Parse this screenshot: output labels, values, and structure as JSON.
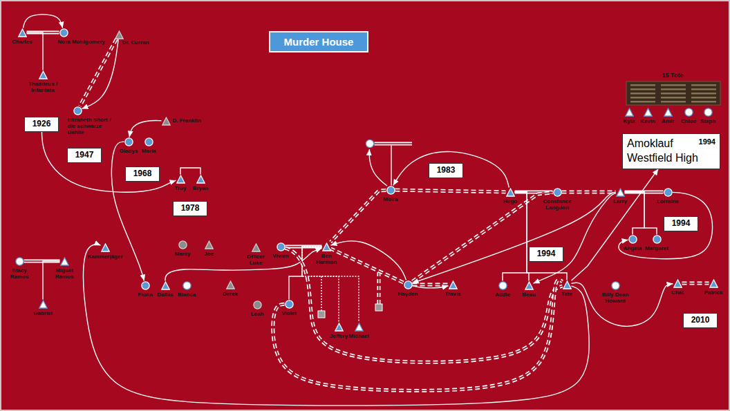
{
  "diagram": {
    "title": "Murder House",
    "nodes": [
      {
        "text": [
          "Charles"
        ]
      },
      {
        "text": [
          "Nora Montgomery"
        ]
      },
      {
        "text": [
          "Dr. Curran"
        ]
      },
      {
        "text": [
          "Thaddeus / Infantata"
        ]
      },
      {
        "text": [
          "Elizabeth Short / die schwarze Dahlie"
        ]
      },
      {
        "text": [
          "Kyle"
        ]
      },
      {
        "text": [
          "Kevin"
        ]
      },
      {
        "text": [
          "Amir"
        ]
      },
      {
        "text": [
          "Chloe"
        ]
      },
      {
        "text": [
          "Steph"
        ]
      },
      {
        "text": [
          "1926"
        ]
      },
      {
        "text": [
          "D. Franklin"
        ]
      },
      {
        "text": [
          "Amoklauf Westfield High",
          "1994"
        ]
      },
      {
        "text": [
          "Gladys"
        ]
      },
      {
        "text": [
          "Maria"
        ]
      },
      {
        "text": [
          "1947"
        ]
      },
      {
        "text": [
          "1983"
        ]
      },
      {
        "text": [
          "1968"
        ]
      },
      {
        "text": [
          "Troy"
        ]
      },
      {
        "text": [
          "Bryan"
        ]
      },
      {
        "text": [
          "Moira"
        ]
      },
      {
        "text": [
          "Hugo"
        ]
      },
      {
        "text": [
          "Constance Langdon"
        ]
      },
      {
        "text": [
          "Larry"
        ]
      },
      {
        "text": [
          "Lorraine"
        ]
      },
      {
        "text": [
          "1978"
        ]
      },
      {
        "text": [
          "1994"
        ]
      },
      {
        "text": [
          "Angela"
        ]
      },
      {
        "text": [
          "Margaret"
        ]
      },
      {
        "text": [
          "Marcy"
        ]
      },
      {
        "text": [
          "Joe"
        ]
      },
      {
        "text": [
          "Kammerjäger"
        ]
      },
      {
        "text": [
          "Officer Luke"
        ]
      },
      {
        "text": [
          "Vivien"
        ]
      },
      {
        "text": [
          "Ben Harmon"
        ]
      },
      {
        "text": [
          "1994"
        ]
      },
      {
        "text": [
          "Stacy Ramos"
        ]
      },
      {
        "text": [
          "Miguel Ramos"
        ]
      },
      {
        "text": [
          "Chat"
        ]
      },
      {
        "text": [
          "Patrick"
        ]
      },
      {
        "text": [
          "Hayden"
        ]
      },
      {
        "text": [
          "Travis"
        ]
      },
      {
        "text": [
          "Derek"
        ]
      },
      {
        "text": [
          "Fiona"
        ]
      },
      {
        "text": [
          "Dallas"
        ]
      },
      {
        "text": [
          "Bianca"
        ]
      },
      {
        "text": [
          "Addie"
        ]
      },
      {
        "text": [
          "Beau"
        ]
      },
      {
        "text": [
          "Tate"
        ]
      },
      {
        "text": [
          "Billy Dean Howard"
        ]
      },
      {
        "text": [
          "Gabriel"
        ]
      },
      {
        "text": [
          "Leah"
        ]
      },
      {
        "text": [
          "Violet"
        ]
      },
      {
        "text": [
          "2010"
        ]
      },
      {
        "text": [
          "Jeffery"
        ]
      },
      {
        "text": [
          "Michael"
        ]
      }
    ],
    "edges": [
      {
        "from": 0,
        "to": 1,
        "arrow": "none"
      },
      {
        "from": 0,
        "to": 1,
        "arrow": "to"
      },
      {
        "from": 0,
        "to": 3,
        "arrow": "none"
      },
      {
        "from": 2,
        "to": 4,
        "arrow": "none"
      },
      {
        "from": 2,
        "to": 4,
        "arrow": "to"
      },
      {
        "from": 10,
        "to": 18,
        "arrow": "to"
      },
      {
        "from": 11,
        "to": 13,
        "arrow": "to"
      },
      {
        "from": 13,
        "to": 43,
        "arrow": "to"
      },
      {
        "from": 18,
        "to": 19,
        "arrow": "none"
      },
      {
        "from": 21,
        "to": 20,
        "arrow": "to"
      },
      {
        "from": 20,
        "to": 21,
        "arrow": "none"
      },
      {
        "from": 21,
        "to": 22,
        "arrow": "none"
      },
      {
        "from": 22,
        "to": 23,
        "arrow": "none"
      },
      {
        "from": 23,
        "to": 24,
        "arrow": "none"
      },
      {
        "from": 23,
        "to": 27,
        "arrow": "none"
      },
      {
        "from": 23,
        "to": 28,
        "arrow": "none"
      },
      {
        "from": 24,
        "to": 27,
        "arrow": "to"
      },
      {
        "from": 20,
        "to": 34,
        "arrow": "none"
      },
      {
        "from": 33,
        "to": 34,
        "arrow": "none"
      },
      {
        "from": 36,
        "to": 37,
        "arrow": "none"
      },
      {
        "from": 37,
        "to": 50,
        "arrow": "none"
      },
      {
        "from": 38,
        "to": 39,
        "arrow": "none"
      },
      {
        "from": 40,
        "to": 34,
        "arrow": "none"
      },
      {
        "from": 40,
        "to": 34,
        "arrow": "to"
      },
      {
        "from": 40,
        "to": 41,
        "arrow": "none"
      },
      {
        "from": 40,
        "to": 41,
        "arrow": "to"
      },
      {
        "from": 40,
        "to": 22,
        "arrow": "none"
      },
      {
        "from": 23,
        "to": 40,
        "arrow": "to"
      },
      {
        "from": 23,
        "to": 47,
        "arrow": "to"
      },
      {
        "from": 44,
        "to": 34,
        "arrow": "to"
      },
      {
        "from": 21,
        "to": 46,
        "arrow": "none"
      },
      {
        "from": 21,
        "to": 47,
        "arrow": "none"
      },
      {
        "from": 21,
        "to": 48,
        "arrow": "none"
      },
      {
        "from": 34,
        "to": 52,
        "arrow": "none"
      },
      {
        "from": 34,
        "to": 54,
        "arrow": "none"
      },
      {
        "from": 34,
        "to": 55,
        "arrow": "none"
      },
      {
        "from": 33,
        "to": 48,
        "arrow": "none"
      },
      {
        "from": 52,
        "to": 48,
        "arrow": "none"
      },
      {
        "from": 48,
        "to": 31,
        "arrow": "to"
      },
      {
        "from": 48,
        "to": 38,
        "arrow": "to"
      },
      {
        "from": 48,
        "to": 12,
        "arrow": "to"
      }
    ],
    "labels": [
      "15 Tote"
    ]
  }
}
